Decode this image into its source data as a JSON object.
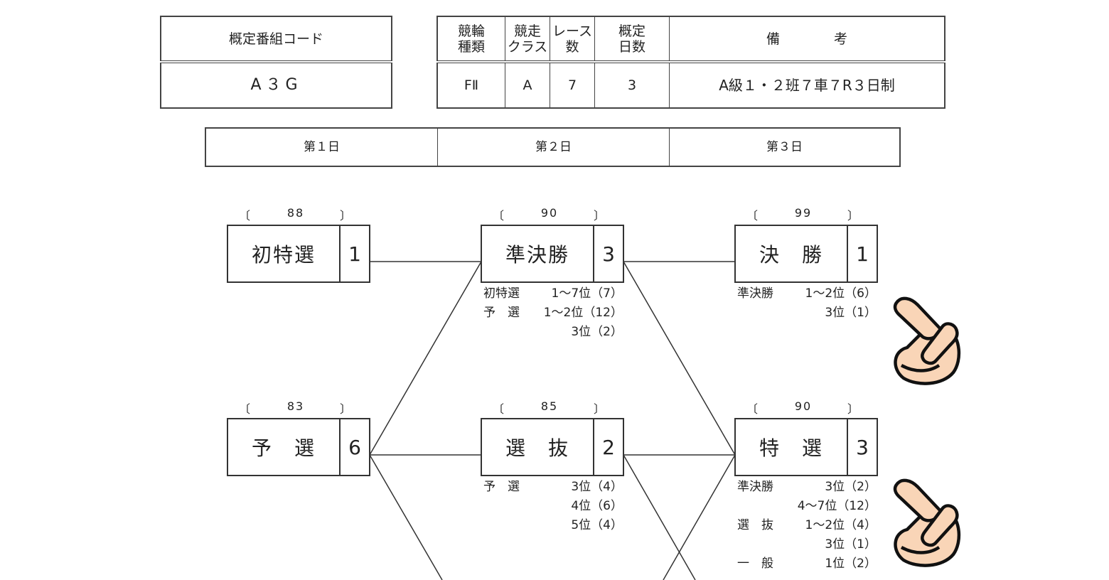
{
  "code_table": {
    "header": "概定番組コード",
    "value": "A３G"
  },
  "info_table": {
    "headers": [
      "競輪\n種類",
      "競走\nクラス",
      "レース\n数",
      "概定\n日数",
      "備　　　　考"
    ],
    "values": [
      "FⅡ",
      "A",
      "7",
      "3",
      "A級１・２班７車７R３日制"
    ]
  },
  "days": [
    "第１日",
    "第２日",
    "第３日"
  ],
  "races": [
    {
      "name": "初特選",
      "count": "1",
      "bracket": [
        "〔",
        "88",
        "〕"
      ]
    },
    {
      "name": "準決勝",
      "count": "3",
      "bracket": [
        "〔",
        "90",
        "〕"
      ]
    },
    {
      "name": "決　勝",
      "count": "1",
      "bracket": [
        "〔",
        "99",
        "〕"
      ]
    },
    {
      "name": "予　選",
      "count": "6",
      "bracket": [
        "〔",
        "83",
        "〕"
      ]
    },
    {
      "name": "選　抜",
      "count": "2",
      "bracket": [
        "〔",
        "85",
        "〕"
      ]
    },
    {
      "name": "特　選",
      "count": "3",
      "bracket": [
        "〔",
        "90",
        "〕"
      ]
    }
  ],
  "notes": {
    "semifinal": [
      [
        "初特選",
        "1～7位（7）"
      ],
      [
        "予　選",
        "1～2位（12）"
      ],
      [
        "",
        "3位（2）"
      ]
    ],
    "final": [
      [
        "準決勝",
        "1～2位（6）"
      ],
      [
        "",
        "3位（1）"
      ]
    ],
    "senbatsu": [
      [
        "予　選",
        "3位（4）"
      ],
      [
        "",
        "4位（6）"
      ],
      [
        "",
        "5位（4）"
      ]
    ],
    "tokusen": [
      [
        "準決勝",
        "3位（2）"
      ],
      [
        "",
        "4～7位（12）"
      ],
      [
        "選　抜",
        "1～2位（4）"
      ],
      [
        "",
        "3位（1）"
      ],
      [
        "一　般",
        "1位（2）"
      ]
    ]
  },
  "colors": {
    "hand_fill": "#f9d5b7",
    "line": "#333333"
  },
  "icons": [
    "pointing-hand-icon"
  ]
}
